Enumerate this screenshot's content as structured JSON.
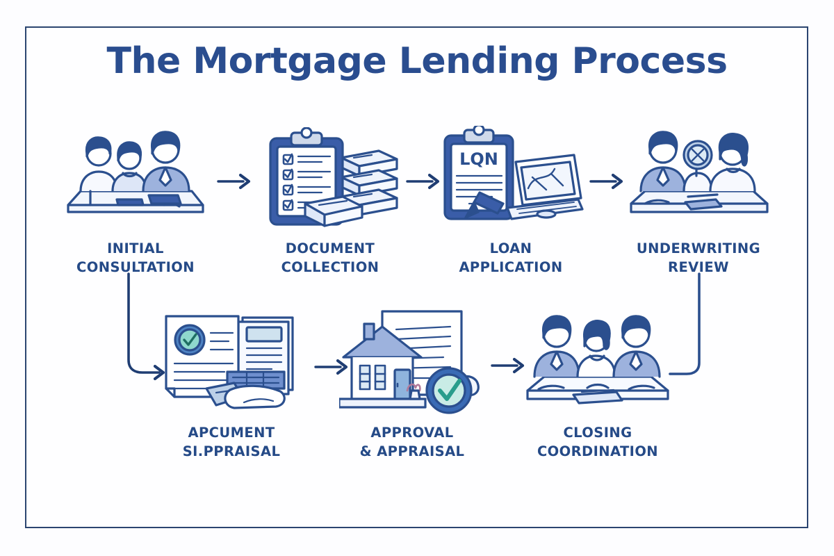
{
  "title": "The Mortgage Lending Process",
  "colors": {
    "title": "#2a4d8f",
    "label": "#254a87",
    "border": "#2b4570",
    "arrow": "#1f3d73",
    "line_dark": "#2b4f8e",
    "fill_light": "#e8effa",
    "fill_mid": "#9db2dd",
    "fill_deep": "#3a5da8",
    "accent_teal": "#49b3a6",
    "background": "#fefeff"
  },
  "steps": [
    {
      "index": 1,
      "label": "INITIAL\nCONSULTATION",
      "icon": "three-people-consultation-illustration",
      "row": 1
    },
    {
      "index": 2,
      "label": "DOCUMENT\nCOLLECTION",
      "icon": "clipboard-checklist-document-stack-illustration",
      "row": 1,
      "checkbox_count": 4
    },
    {
      "index": 3,
      "label": "LOAN\nAPPLICATION",
      "icon": "clipboard-pen-laptop-illustration",
      "row": 1,
      "clipboard_heading": "LQN"
    },
    {
      "index": 4,
      "label": "UNDERWRITING\nREVIEW",
      "icon": "two-people-magnifier-review-illustration",
      "row": 1
    },
    {
      "index": 5,
      "label": "APCUMENT\nSI.PPRAISAL",
      "icon": "documents-check-badge-hands-illustration",
      "row": 2
    },
    {
      "index": 6,
      "label": "APPROVAL\n& APPRAISAL",
      "icon": "house-document-checkmark-illustration",
      "row": 2
    },
    {
      "index": 7,
      "label": "CLOSING\nCOORDINATION",
      "icon": "three-people-closing-table-illustration",
      "row": 2
    }
  ],
  "connectors": [
    {
      "name": "arrow-1-to-2",
      "type": "straight-right"
    },
    {
      "name": "arrow-2-to-3",
      "type": "straight-right"
    },
    {
      "name": "arrow-3-to-4",
      "type": "straight-right"
    },
    {
      "name": "wrap-right-down",
      "type": "elbow-down-left"
    },
    {
      "name": "wrap-left-down-arrow",
      "type": "elbow-down-right-arrow"
    },
    {
      "name": "arrow-5-to-6",
      "type": "straight-right"
    },
    {
      "name": "arrow-6-to-7",
      "type": "straight-right"
    }
  ]
}
